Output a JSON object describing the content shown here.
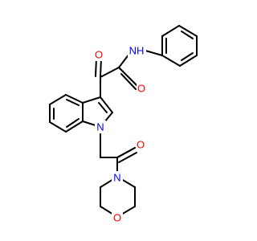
{
  "colors": {
    "bond": "#000000",
    "oxygen": "#ff0000",
    "nitrogen": "#0000ff",
    "background": "#ffffff"
  },
  "atom_labels": {
    "amide_nh": "NH",
    "amide_n": "N",
    "amide_o": "O",
    "ketone_o": "O",
    "indole_n": "N",
    "acyl_o": "O",
    "morpholine_n": "N",
    "morpholine_o": "O"
  }
}
